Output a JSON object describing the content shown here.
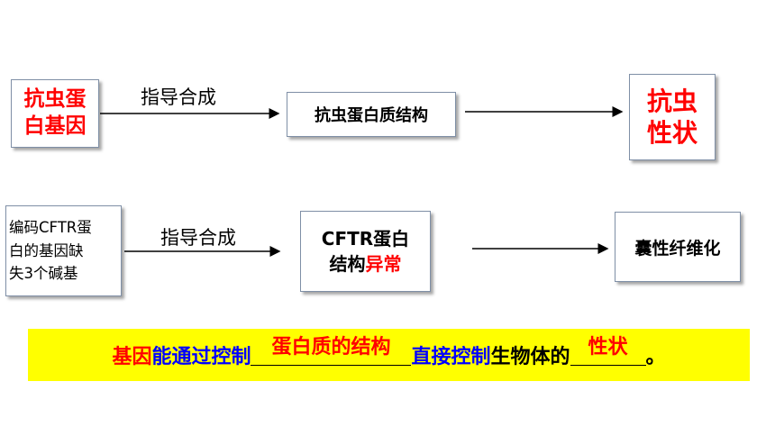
{
  "row1": {
    "gene_box": [
      "抗虫蛋",
      "白基因"
    ],
    "arrow_label": "指导合成",
    "protein_box": "抗虫蛋白质结构",
    "trait_box": [
      "抗虫",
      "性状"
    ]
  },
  "row2": {
    "gene_box": [
      "编码CFTR蛋",
      "白的基因缺",
      "失3个碱基"
    ],
    "arrow_label": "指导合成",
    "protein_box_line1": "CFTR蛋白",
    "protein_box_line2_a": "结构",
    "protein_box_line2_b": "异常",
    "trait_box": "囊性纤维化"
  },
  "conclusion": {
    "part1": "基因",
    "part2": "能通过控制",
    "blank1": "蛋白质的结构",
    "part3": "直接控制",
    "part4": "生物体的",
    "blank2": "性状",
    "end": "。"
  },
  "colors": {
    "red": "#ff0000",
    "blue": "#0000ff",
    "banner": "#ffff00",
    "box_border": "#7f8fa6"
  }
}
